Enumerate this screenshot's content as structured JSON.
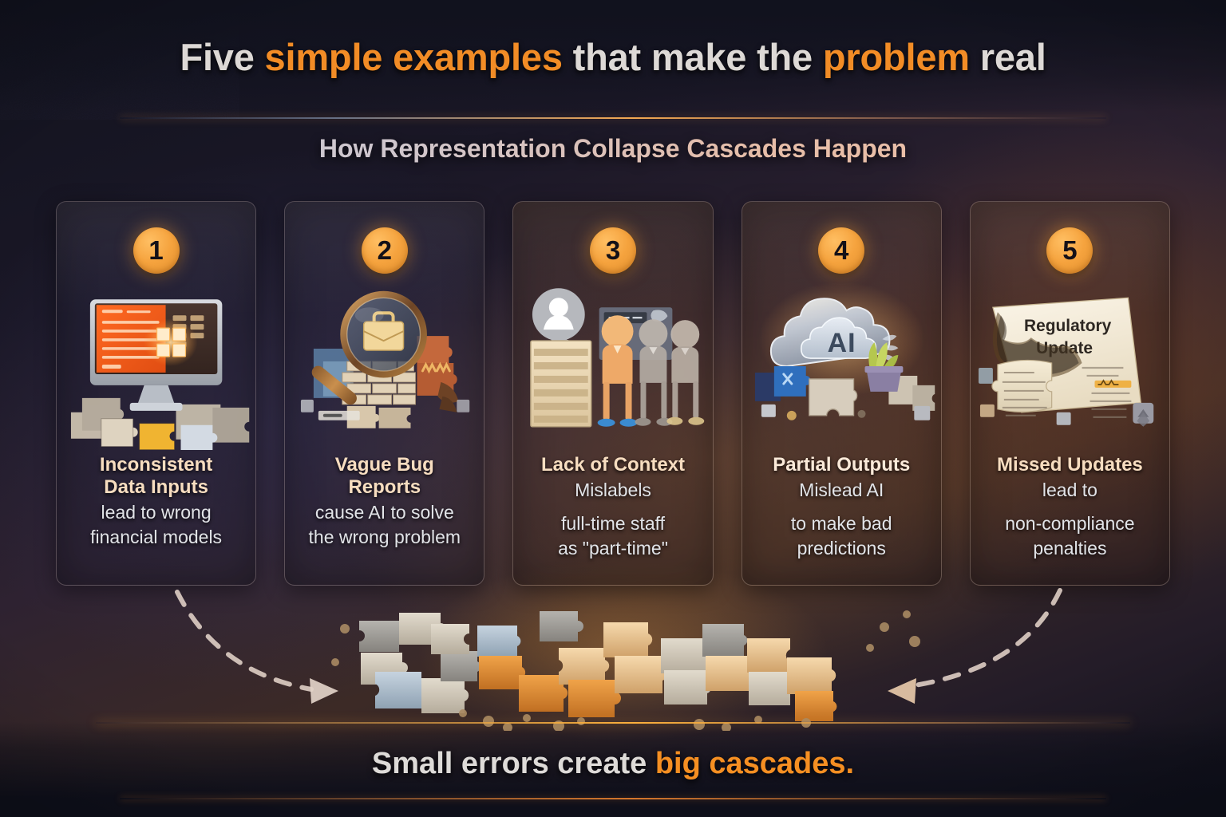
{
  "header": {
    "title_parts": [
      {
        "text": "Five ",
        "accent": false
      },
      {
        "text": "simple examples",
        "accent": true
      },
      {
        "text": " that make the ",
        "accent": false
      },
      {
        "text": "problem",
        "accent": true
      },
      {
        "text": " real",
        "accent": false
      }
    ],
    "title_plain": "Five simple examples that make the problem real",
    "subtitle": "How Representation Collapse Cascades Happen"
  },
  "cards": [
    {
      "number": "1",
      "heading": "Inconsistent\nData Inputs",
      "heading_line1": "Inconsistent",
      "heading_line2": "Data Inputs",
      "body_line1": "lead to wrong",
      "body_line2": "financial models",
      "icon": "desktop-monitor-broken-puzzle-icon",
      "tone": "cool"
    },
    {
      "number": "2",
      "heading_line1": "Vague Bug",
      "heading_line2": "Reports",
      "body_line1": "cause AI to solve",
      "body_line2": "the wrong problem",
      "icon": "magnifier-briefcase-brick-wall-icon",
      "tone": "cool"
    },
    {
      "number": "3",
      "heading_line1": "Lack of Context",
      "heading_line2": "Mislabels",
      "body_line1": "full-time staff",
      "body_line2": "as \"part-time\"",
      "icon": "people-profile-document-icon",
      "tone": "warm"
    },
    {
      "number": "4",
      "heading_line1": "Partial Outputs",
      "heading_line2": "Mislead AI",
      "body_line1": "to make bad",
      "body_line2": "predictions",
      "icon": "ai-cloud-puzzle-icon",
      "tone": "warm"
    },
    {
      "number": "5",
      "heading_line1": "Missed Updates",
      "heading_line2": "lead to",
      "body_line1": "non-compliance",
      "body_line2": "penalties",
      "icon": "torn-regulatory-document-icon",
      "tone": "warm",
      "document_title_line1": "Regulatory",
      "document_title_line2": "Update"
    }
  ],
  "center": {
    "illustration": "scattered-puzzle-pieces-pile",
    "arrow_left": "dashed-arrow-right",
    "arrow_right": "dashed-arrow-left"
  },
  "footer": {
    "parts": [
      {
        "text": "Small errors create ",
        "accent": false
      },
      {
        "text": "big cascades.",
        "accent": true
      }
    ],
    "plain_white": "Small errors create",
    "plain_accent": "big cascades."
  },
  "palette": {
    "accent_orange": "#f28c26",
    "badge_orange": "#f5a33e",
    "heading_cream": "#f7ddc0",
    "body_gray": "#e2e4e8",
    "bg_dark": "#12131f",
    "bg_rust": "#3c2a26"
  }
}
